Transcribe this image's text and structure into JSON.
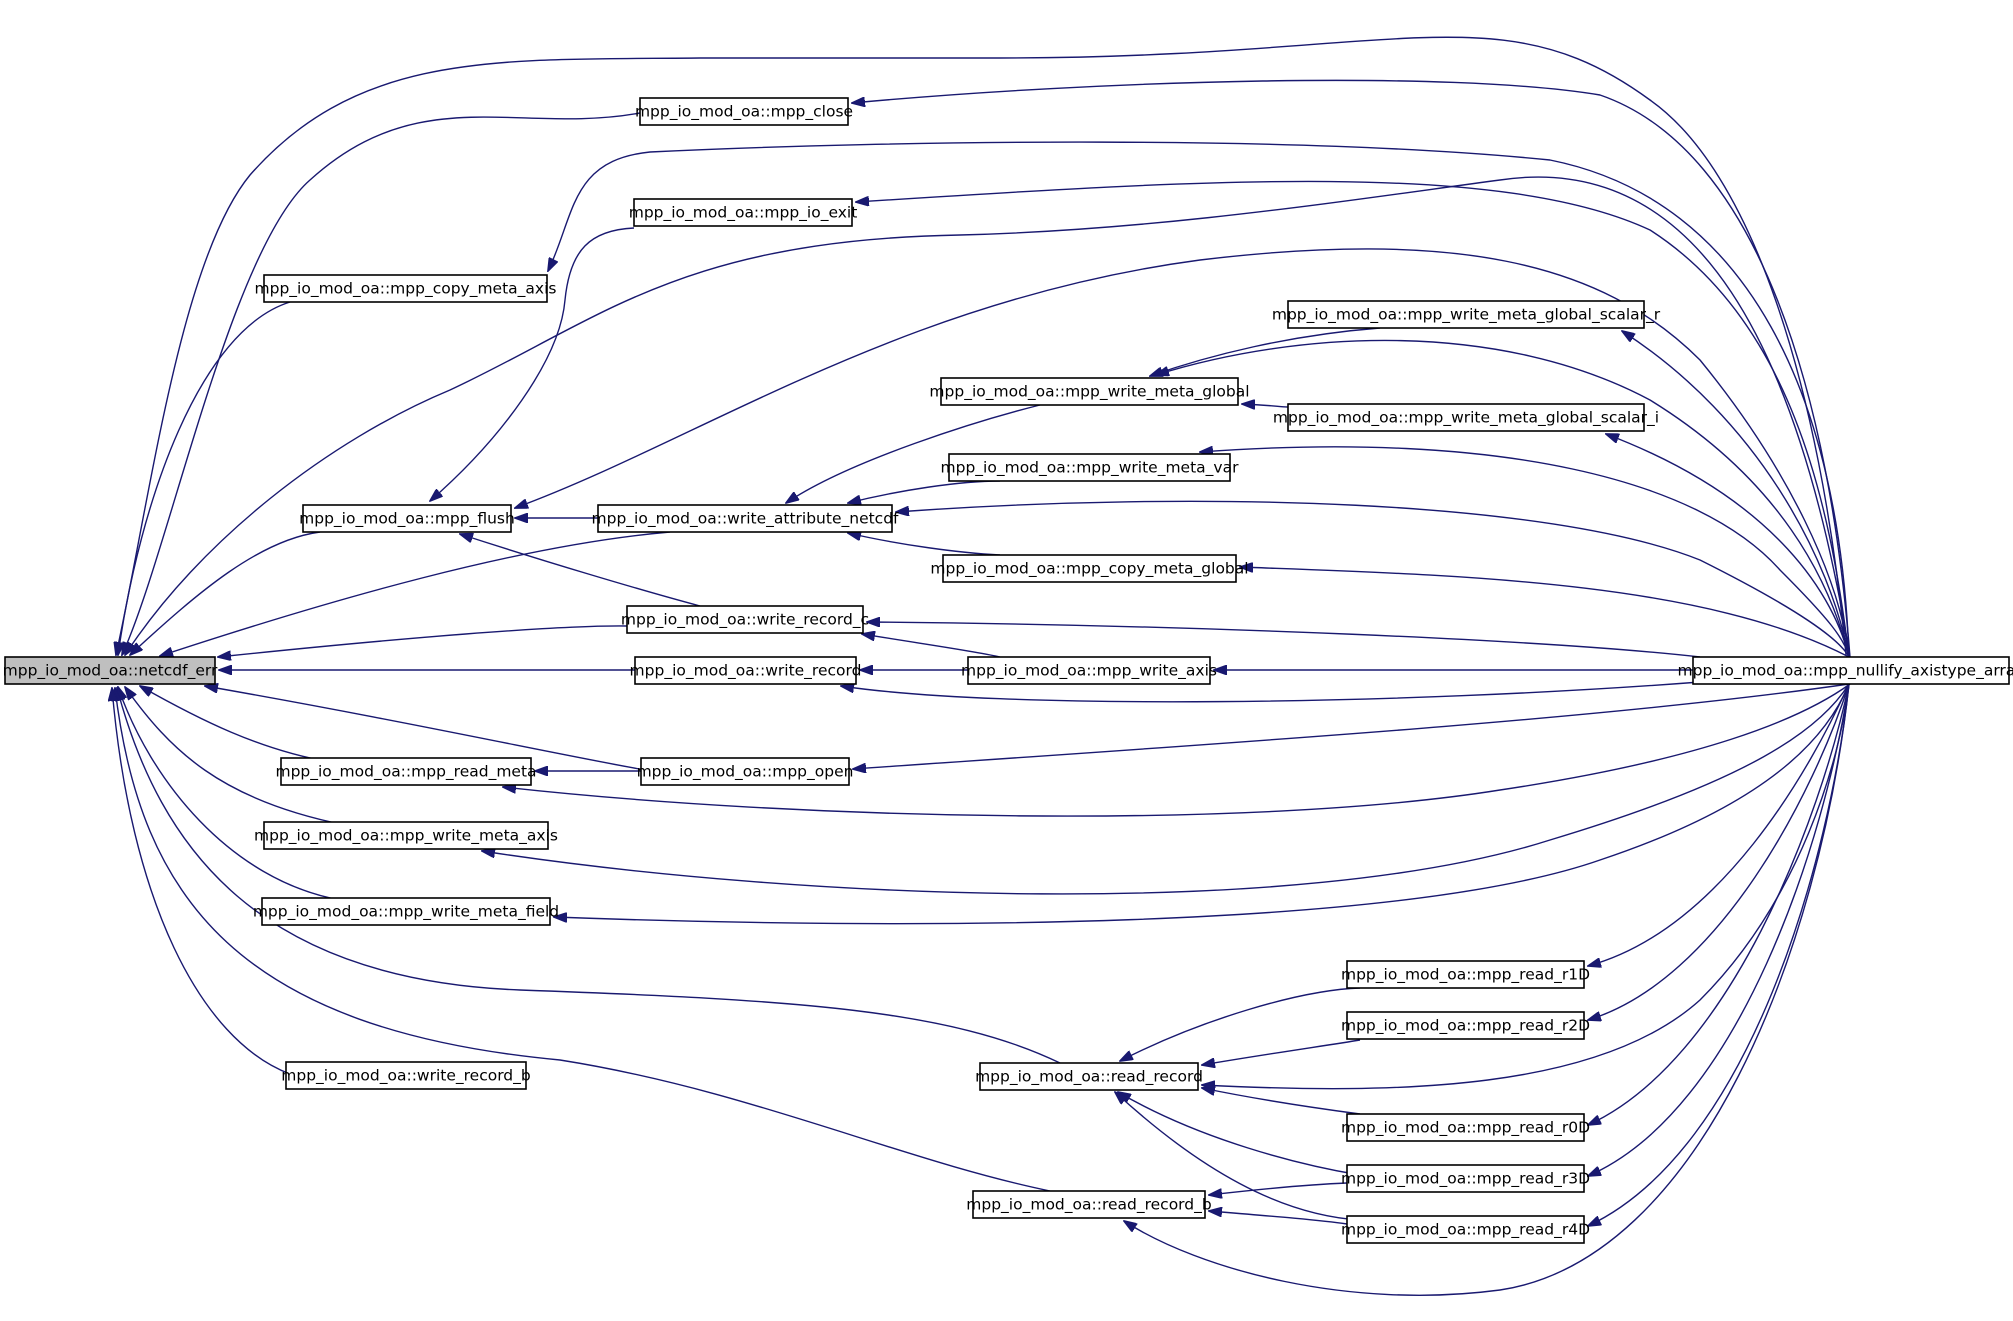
{
  "graph": {
    "edge_color": "#191970",
    "root_fill": "#bfbfbf",
    "nodes": {
      "netcdf_err": "mpp_io_mod_oa::netcdf_err",
      "mpp_close": "mpp_io_mod_oa::mpp_close",
      "mpp_io_exit": "mpp_io_mod_oa::mpp_io_exit",
      "mpp_copy_meta_axis": "mpp_io_mod_oa::mpp_copy_meta_axis",
      "mpp_flush": "mpp_io_mod_oa::mpp_flush",
      "write_attribute_netcdf": "mpp_io_mod_oa::write_attribute_netcdf",
      "mpp_write_meta_global": "mpp_io_mod_oa::mpp_write_meta_global",
      "mpp_write_meta_global_scalar_r": "mpp_io_mod_oa::mpp_write_meta_global_scalar_r",
      "mpp_write_meta_global_scalar_i": "mpp_io_mod_oa::mpp_write_meta_global_scalar_i",
      "mpp_write_meta_var": "mpp_io_mod_oa::mpp_write_meta_var",
      "mpp_copy_meta_global": "mpp_io_mod_oa::mpp_copy_meta_global",
      "write_record_c": "mpp_io_mod_oa::write_record_c",
      "write_record": "mpp_io_mod_oa::write_record",
      "mpp_write_axis": "mpp_io_mod_oa::mpp_write_axis",
      "mpp_nullify_axistype_array": "mpp_io_mod_oa::mpp_nullify_axistype_array",
      "mpp_read_meta": "mpp_io_mod_oa::mpp_read_meta",
      "mpp_open": "mpp_io_mod_oa::mpp_open",
      "mpp_write_meta_axis": "mpp_io_mod_oa::mpp_write_meta_axis",
      "mpp_write_meta_field": "mpp_io_mod_oa::mpp_write_meta_field",
      "write_record_b": "mpp_io_mod_oa::write_record_b",
      "read_record": "mpp_io_mod_oa::read_record",
      "read_record_b": "mpp_io_mod_oa::read_record_b",
      "mpp_read_r1D": "mpp_io_mod_oa::mpp_read_r1D",
      "mpp_read_r2D": "mpp_io_mod_oa::mpp_read_r2D",
      "mpp_read_r0D": "mpp_io_mod_oa::mpp_read_r0D",
      "mpp_read_r3D": "mpp_io_mod_oa::mpp_read_r3D",
      "mpp_read_r4D": "mpp_io_mod_oa::mpp_read_r4D"
    },
    "edges": [
      [
        "netcdf_err",
        "mpp_close"
      ],
      [
        "netcdf_err",
        "mpp_io_exit"
      ],
      [
        "netcdf_err",
        "mpp_copy_meta_axis"
      ],
      [
        "netcdf_err",
        "mpp_flush"
      ],
      [
        "netcdf_err",
        "write_attribute_netcdf"
      ],
      [
        "netcdf_err",
        "write_record_c"
      ],
      [
        "netcdf_err",
        "write_record"
      ],
      [
        "netcdf_err",
        "mpp_open"
      ],
      [
        "netcdf_err",
        "mpp_read_meta"
      ],
      [
        "netcdf_err",
        "mpp_write_meta_axis"
      ],
      [
        "netcdf_err",
        "mpp_write_meta_field"
      ],
      [
        "netcdf_err",
        "read_record"
      ],
      [
        "netcdf_err",
        "read_record_b"
      ],
      [
        "netcdf_err",
        "write_record_b"
      ],
      [
        "netcdf_err",
        "mpp_nullify_axistype_array"
      ],
      [
        "mpp_close",
        "mpp_nullify_axistype_array"
      ],
      [
        "mpp_io_exit",
        "mpp_nullify_axistype_array"
      ],
      [
        "mpp_copy_meta_axis",
        "mpp_nullify_axistype_array"
      ],
      [
        "mpp_io_exit",
        "mpp_flush"
      ],
      [
        "mpp_flush",
        "write_attribute_netcdf"
      ],
      [
        "mpp_flush",
        "write_record_c"
      ],
      [
        "mpp_flush",
        "mpp_nullify_axistype_array"
      ],
      [
        "write_attribute_netcdf",
        "mpp_write_meta_global"
      ],
      [
        "write_attribute_netcdf",
        "mpp_write_meta_var"
      ],
      [
        "write_attribute_netcdf",
        "mpp_copy_meta_global"
      ],
      [
        "write_attribute_netcdf",
        "mpp_nullify_axistype_array"
      ],
      [
        "mpp_write_meta_global",
        "mpp_write_meta_global_scalar_r"
      ],
      [
        "mpp_write_meta_global",
        "mpp_write_meta_global_scalar_i"
      ],
      [
        "mpp_write_meta_global",
        "mpp_nullify_axistype_array"
      ],
      [
        "mpp_write_meta_global_scalar_r",
        "mpp_nullify_axistype_array"
      ],
      [
        "mpp_write_meta_global_scalar_i",
        "mpp_nullify_axistype_array"
      ],
      [
        "mpp_write_meta_var",
        "mpp_nullify_axistype_array"
      ],
      [
        "mpp_copy_meta_global",
        "mpp_nullify_axistype_array"
      ],
      [
        "write_record_c",
        "mpp_write_axis"
      ],
      [
        "write_record_c",
        "mpp_nullify_axistype_array"
      ],
      [
        "write_record",
        "mpp_write_axis"
      ],
      [
        "write_record",
        "mpp_nullify_axistype_array"
      ],
      [
        "mpp_write_axis",
        "mpp_nullify_axistype_array"
      ],
      [
        "mpp_read_meta",
        "mpp_open"
      ],
      [
        "mpp_read_meta",
        "mpp_nullify_axistype_array"
      ],
      [
        "mpp_open",
        "mpp_nullify_axistype_array"
      ],
      [
        "mpp_write_meta_axis",
        "mpp_nullify_axistype_array"
      ],
      [
        "mpp_write_meta_field",
        "mpp_nullify_axistype_array"
      ],
      [
        "read_record",
        "mpp_read_r1D"
      ],
      [
        "read_record",
        "mpp_read_r2D"
      ],
      [
        "read_record",
        "mpp_read_r0D"
      ],
      [
        "read_record",
        "mpp_read_r3D"
      ],
      [
        "read_record",
        "mpp_read_r4D"
      ],
      [
        "read_record",
        "mpp_nullify_axistype_array"
      ],
      [
        "read_record_b",
        "mpp_read_r3D"
      ],
      [
        "read_record_b",
        "mpp_read_r4D"
      ],
      [
        "read_record_b",
        "mpp_nullify_axistype_array"
      ],
      [
        "mpp_read_r1D",
        "mpp_nullify_axistype_array"
      ],
      [
        "mpp_read_r2D",
        "mpp_nullify_axistype_array"
      ],
      [
        "mpp_read_r0D",
        "mpp_nullify_axistype_array"
      ],
      [
        "mpp_read_r3D",
        "mpp_nullify_axistype_array"
      ],
      [
        "mpp_read_r4D",
        "mpp_nullify_axistype_array"
      ]
    ]
  }
}
